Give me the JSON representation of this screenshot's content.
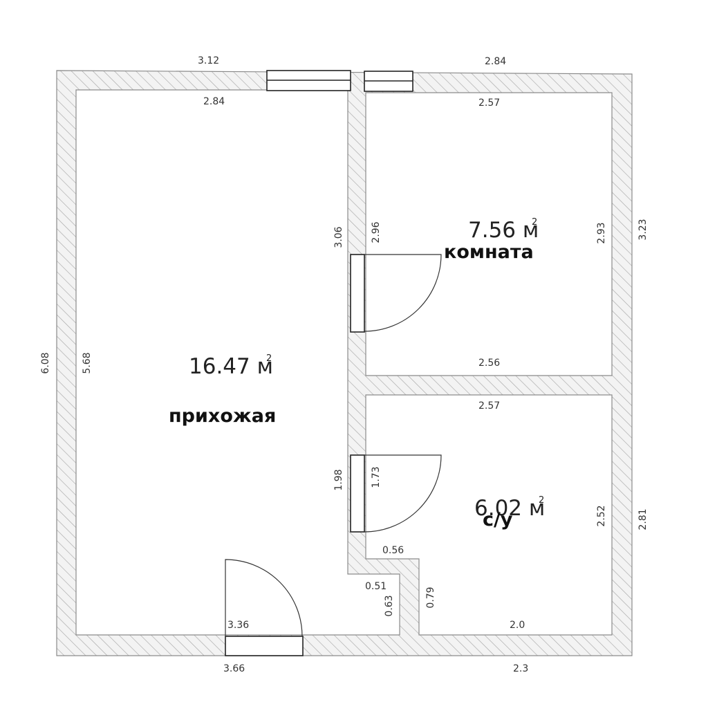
{
  "rooms": {
    "hall": {
      "area_value": "16.47 м",
      "area_sup": "2",
      "name": "прихожая"
    },
    "room": {
      "area_value": "7.56 м",
      "area_sup": "2",
      "name": "комната"
    },
    "bath": {
      "area_value": "6.02 м",
      "area_sup": "2",
      "name": "с/у"
    }
  },
  "dimensions": {
    "top_left_outer": "3.12",
    "top_right_outer": "2.84",
    "hall_top_inner": "2.84",
    "room_top_inner": "2.57",
    "hall_partition_upper": "3.06",
    "room_left_inner": "2.96",
    "room_right_inner": "2.93",
    "right_outer_upper": "3.23",
    "outer_left": "6.08",
    "hall_left_inner": "5.68",
    "room_bottom_inner": "2.56",
    "bath_top_inner": "2.57",
    "hall_partition_lower": "1.98",
    "bath_left_inner": "1.73",
    "bath_right_inner": "2.52",
    "right_outer_lower": "2.81",
    "bath_notch_top": "0.56",
    "notch_width": "0.51",
    "notch_depth": "0.63",
    "bath_notch_side": "0.79",
    "hall_bottom_inner": "3.36",
    "bath_bottom_inner": "2.0",
    "bottom_left_outer": "3.66",
    "bottom_right_outer": "2.3"
  }
}
